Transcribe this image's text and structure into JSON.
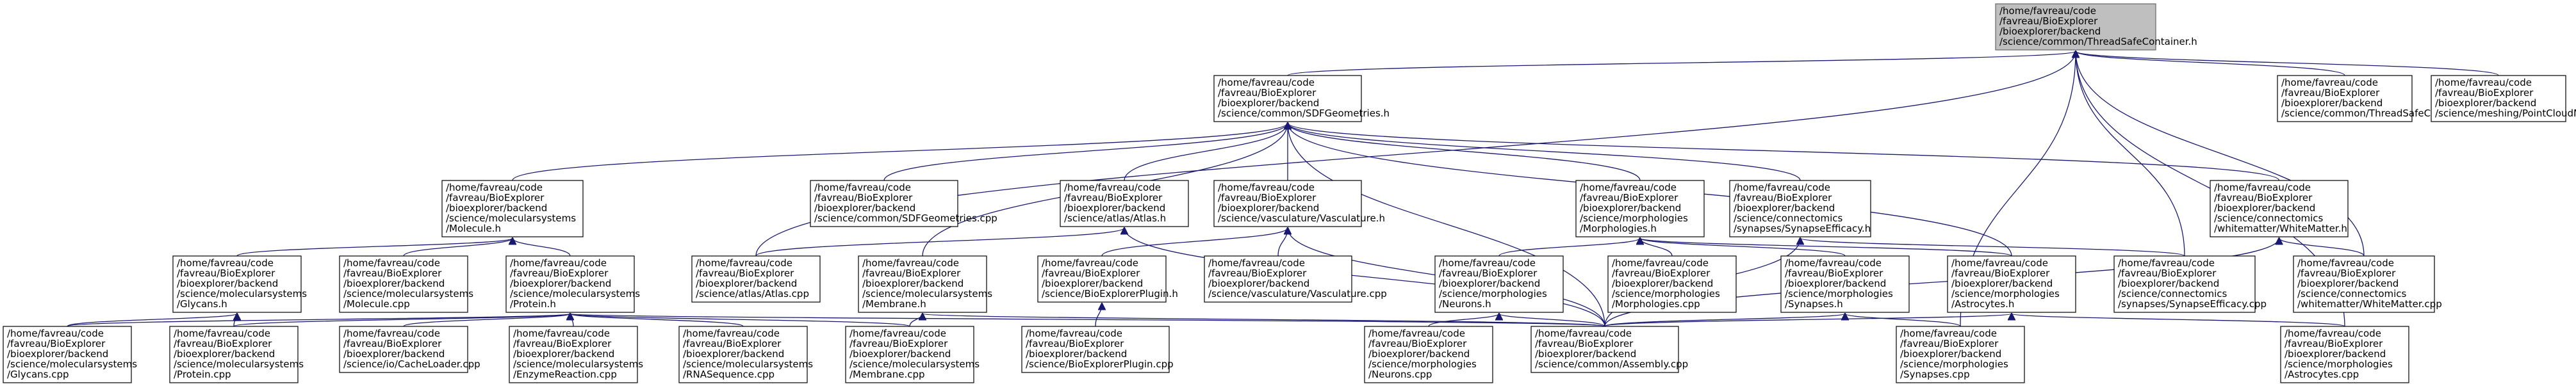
{
  "nodes": [
    {
      "id": "tsc_h",
      "lines": [
        "/home/favreau/code",
        "/favreau/BioExplorer",
        "/bioexplorer/backend",
        "/science/common/ThreadSafeContainer.h"
      ],
      "highlight": true
    },
    {
      "id": "sdf_h",
      "lines": [
        "/home/favreau/code",
        "/favreau/BioExplorer",
        "/bioexplorer/backend",
        "/science/common/SDFGeometries.h"
      ]
    },
    {
      "id": "tsc_cpp",
      "lines": [
        "/home/favreau/code",
        "/favreau/BioExplorer",
        "/bioexplorer/backend",
        "/science/common/ThreadSafeContainer.cpp"
      ]
    },
    {
      "id": "pcm_cpp",
      "lines": [
        "/home/favreau/code",
        "/favreau/BioExplorer",
        "/bioexplorer/backend",
        "/science/meshing/PointCloudMesher.cpp"
      ]
    },
    {
      "id": "molecule_h",
      "lines": [
        "/home/favreau/code",
        "/favreau/BioExplorer",
        "/bioexplorer/backend",
        "/science/molecularsystems",
        "/Molecule.h"
      ]
    },
    {
      "id": "sdf_cpp",
      "lines": [
        "/home/favreau/code",
        "/favreau/BioExplorer",
        "/bioexplorer/backend",
        "/science/common/SDFGeometries.cpp"
      ]
    },
    {
      "id": "atlas_h",
      "lines": [
        "/home/favreau/code",
        "/favreau/BioExplorer",
        "/bioexplorer/backend",
        "/science/atlas/Atlas.h"
      ]
    },
    {
      "id": "vasc_h",
      "lines": [
        "/home/favreau/code",
        "/favreau/BioExplorer",
        "/bioexplorer/backend",
        "/science/vasculature/Vasculature.h"
      ]
    },
    {
      "id": "morph_h",
      "lines": [
        "/home/favreau/code",
        "/favreau/BioExplorer",
        "/bioexplorer/backend",
        "/science/morphologies",
        "/Morphologies.h"
      ]
    },
    {
      "id": "syn_eff_h",
      "lines": [
        "/home/favreau/code",
        "/favreau/BioExplorer",
        "/bioexplorer/backend",
        "/science/connectomics",
        "/synapses/SynapseEfficacy.h"
      ]
    },
    {
      "id": "wm_h",
      "lines": [
        "/home/favreau/code",
        "/favreau/BioExplorer",
        "/bioexplorer/backend",
        "/science/connectomics",
        "/whitematter/WhiteMatter.h"
      ]
    },
    {
      "id": "glycans_h",
      "lines": [
        "/home/favreau/code",
        "/favreau/BioExplorer",
        "/bioexplorer/backend",
        "/science/molecularsystems",
        "/Glycans.h"
      ]
    },
    {
      "id": "molecule_cpp",
      "lines": [
        "/home/favreau/code",
        "/favreau/BioExplorer",
        "/bioexplorer/backend",
        "/science/molecularsystems",
        "/Molecule.cpp"
      ]
    },
    {
      "id": "protein_h",
      "lines": [
        "/home/favreau/code",
        "/favreau/BioExplorer",
        "/bioexplorer/backend",
        "/science/molecularsystems",
        "/Protein.h"
      ]
    },
    {
      "id": "atlas_cpp",
      "lines": [
        "/home/favreau/code",
        "/favreau/BioExplorer",
        "/bioexplorer/backend",
        "/science/atlas/Atlas.cpp"
      ]
    },
    {
      "id": "membrane_h",
      "lines": [
        "/home/favreau/code",
        "/favreau/BioExplorer",
        "/bioexplorer/backend",
        "/science/molecularsystems",
        "/Membrane.h"
      ]
    },
    {
      "id": "plugin_h",
      "lines": [
        "/home/favreau/code",
        "/favreau/BioExplorer",
        "/bioexplorer/backend",
        "/science/BioExplorerPlugin.h"
      ]
    },
    {
      "id": "vasc_cpp",
      "lines": [
        "/home/favreau/code",
        "/favreau/BioExplorer",
        "/bioexplorer/backend",
        "/science/vasculature/Vasculature.cpp"
      ]
    },
    {
      "id": "neurons_h",
      "lines": [
        "/home/favreau/code",
        "/favreau/BioExplorer",
        "/bioexplorer/backend",
        "/science/morphologies",
        "/Neurons.h"
      ]
    },
    {
      "id": "morph_cpp",
      "lines": [
        "/home/favreau/code",
        "/favreau/BioExplorer",
        "/bioexplorer/backend",
        "/science/morphologies",
        "/Morphologies.cpp"
      ]
    },
    {
      "id": "synapses_h",
      "lines": [
        "/home/favreau/code",
        "/favreau/BioExplorer",
        "/bioexplorer/backend",
        "/science/morphologies",
        "/Synapses.h"
      ]
    },
    {
      "id": "astro_h",
      "lines": [
        "/home/favreau/code",
        "/favreau/BioExplorer",
        "/bioexplorer/backend",
        "/science/morphologies",
        "/Astrocytes.h"
      ]
    },
    {
      "id": "syn_eff_cpp",
      "lines": [
        "/home/favreau/code",
        "/favreau/BioExplorer",
        "/bioexplorer/backend",
        "/science/connectomics",
        "/synapses/SynapseEfficacy.cpp"
      ]
    },
    {
      "id": "wm_cpp",
      "lines": [
        "/home/favreau/code",
        "/favreau/BioExplorer",
        "/bioexplorer/backend",
        "/science/connectomics",
        "/whitematter/WhiteMatter.cpp"
      ]
    },
    {
      "id": "glycans_cpp",
      "lines": [
        "/home/favreau/code",
        "/favreau/BioExplorer",
        "/bioexplorer/backend",
        "/science/molecularsystems",
        "/Glycans.cpp"
      ]
    },
    {
      "id": "protein_cpp",
      "lines": [
        "/home/favreau/code",
        "/favreau/BioExplorer",
        "/bioexplorer/backend",
        "/science/molecularsystems",
        "/Protein.cpp"
      ]
    },
    {
      "id": "cacheloader_cpp",
      "lines": [
        "/home/favreau/code",
        "/favreau/BioExplorer",
        "/bioexplorer/backend",
        "/science/io/CacheLoader.cpp"
      ]
    },
    {
      "id": "enzyme_cpp",
      "lines": [
        "/home/favreau/code",
        "/favreau/BioExplorer",
        "/bioexplorer/backend",
        "/science/molecularsystems",
        "/EnzymeReaction.cpp"
      ]
    },
    {
      "id": "rna_cpp",
      "lines": [
        "/home/favreau/code",
        "/favreau/BioExplorer",
        "/bioexplorer/backend",
        "/science/molecularsystems",
        "/RNASequence.cpp"
      ]
    },
    {
      "id": "membrane_cpp",
      "lines": [
        "/home/favreau/code",
        "/favreau/BioExplorer",
        "/bioexplorer/backend",
        "/science/molecularsystems",
        "/Membrane.cpp"
      ]
    },
    {
      "id": "plugin_cpp",
      "lines": [
        "/home/favreau/code",
        "/favreau/BioExplorer",
        "/bioexplorer/backend",
        "/science/BioExplorerPlugin.cpp"
      ]
    },
    {
      "id": "assembly_cpp",
      "lines": [
        "/home/favreau/code",
        "/favreau/BioExplorer",
        "/bioexplorer/backend",
        "/science/common/Assembly.cpp"
      ]
    },
    {
      "id": "neurons_cpp",
      "lines": [
        "/home/favreau/code",
        "/favreau/BioExplorer",
        "/bioexplorer/backend",
        "/science/morphologies",
        "/Neurons.cpp"
      ]
    },
    {
      "id": "synapses_cpp",
      "lines": [
        "/home/favreau/code",
        "/favreau/BioExplorer",
        "/bioexplorer/backend",
        "/science/morphologies",
        "/Synapses.cpp"
      ]
    },
    {
      "id": "astro_cpp",
      "lines": [
        "/home/favreau/code",
        "/favreau/BioExplorer",
        "/bioexplorer/backend",
        "/science/morphologies",
        "/Astrocytes.cpp"
      ]
    }
  ],
  "edges": [
    [
      "tsc_h",
      "sdf_h"
    ],
    [
      "tsc_h",
      "tsc_cpp"
    ],
    [
      "tsc_h",
      "pcm_cpp"
    ],
    [
      "tsc_h",
      "atlas_cpp"
    ],
    [
      "tsc_h",
      "syn_eff_cpp"
    ],
    [
      "tsc_h",
      "wm_cpp"
    ],
    [
      "tsc_h",
      "astro_cpp"
    ],
    [
      "tsc_h",
      "synapses_cpp"
    ],
    [
      "sdf_h",
      "molecule_h"
    ],
    [
      "sdf_h",
      "sdf_cpp"
    ],
    [
      "sdf_h",
      "atlas_h"
    ],
    [
      "sdf_h",
      "vasc_h"
    ],
    [
      "sdf_h",
      "morph_h"
    ],
    [
      "sdf_h",
      "syn_eff_h"
    ],
    [
      "sdf_h",
      "wm_h"
    ],
    [
      "sdf_h",
      "membrane_h"
    ],
    [
      "sdf_h",
      "astro_h"
    ],
    [
      "sdf_h",
      "assembly_cpp"
    ],
    [
      "molecule_h",
      "glycans_h"
    ],
    [
      "molecule_h",
      "molecule_cpp"
    ],
    [
      "molecule_h",
      "protein_h"
    ],
    [
      "glycans_h",
      "glycans_cpp"
    ],
    [
      "glycans_h",
      "protein_cpp"
    ],
    [
      "protein_h",
      "glycans_cpp"
    ],
    [
      "protein_h",
      "protein_cpp"
    ],
    [
      "protein_h",
      "cacheloader_cpp"
    ],
    [
      "protein_h",
      "enzyme_cpp"
    ],
    [
      "protein_h",
      "rna_cpp"
    ],
    [
      "protein_h",
      "membrane_cpp"
    ],
    [
      "protein_h",
      "assembly_cpp"
    ],
    [
      "atlas_h",
      "atlas_cpp"
    ],
    [
      "atlas_h",
      "assembly_cpp"
    ],
    [
      "vasc_h",
      "plugin_h"
    ],
    [
      "vasc_h",
      "vasc_cpp"
    ],
    [
      "vasc_h",
      "assembly_cpp"
    ],
    [
      "membrane_h",
      "membrane_cpp"
    ],
    [
      "membrane_h",
      "assembly_cpp"
    ],
    [
      "plugin_h",
      "plugin_cpp"
    ],
    [
      "morph_h",
      "neurons_h"
    ],
    [
      "morph_h",
      "morph_cpp"
    ],
    [
      "morph_h",
      "synapses_h"
    ],
    [
      "morph_h",
      "astro_h"
    ],
    [
      "neurons_h",
      "neurons_cpp"
    ],
    [
      "neurons_h",
      "assembly_cpp"
    ],
    [
      "synapses_h",
      "synapses_cpp"
    ],
    [
      "synapses_h",
      "assembly_cpp"
    ],
    [
      "astro_h",
      "astro_cpp"
    ],
    [
      "astro_h",
      "assembly_cpp"
    ],
    [
      "syn_eff_h",
      "syn_eff_cpp"
    ],
    [
      "syn_eff_h",
      "assembly_cpp"
    ],
    [
      "wm_h",
      "wm_cpp"
    ],
    [
      "wm_h",
      "assembly_cpp"
    ]
  ]
}
